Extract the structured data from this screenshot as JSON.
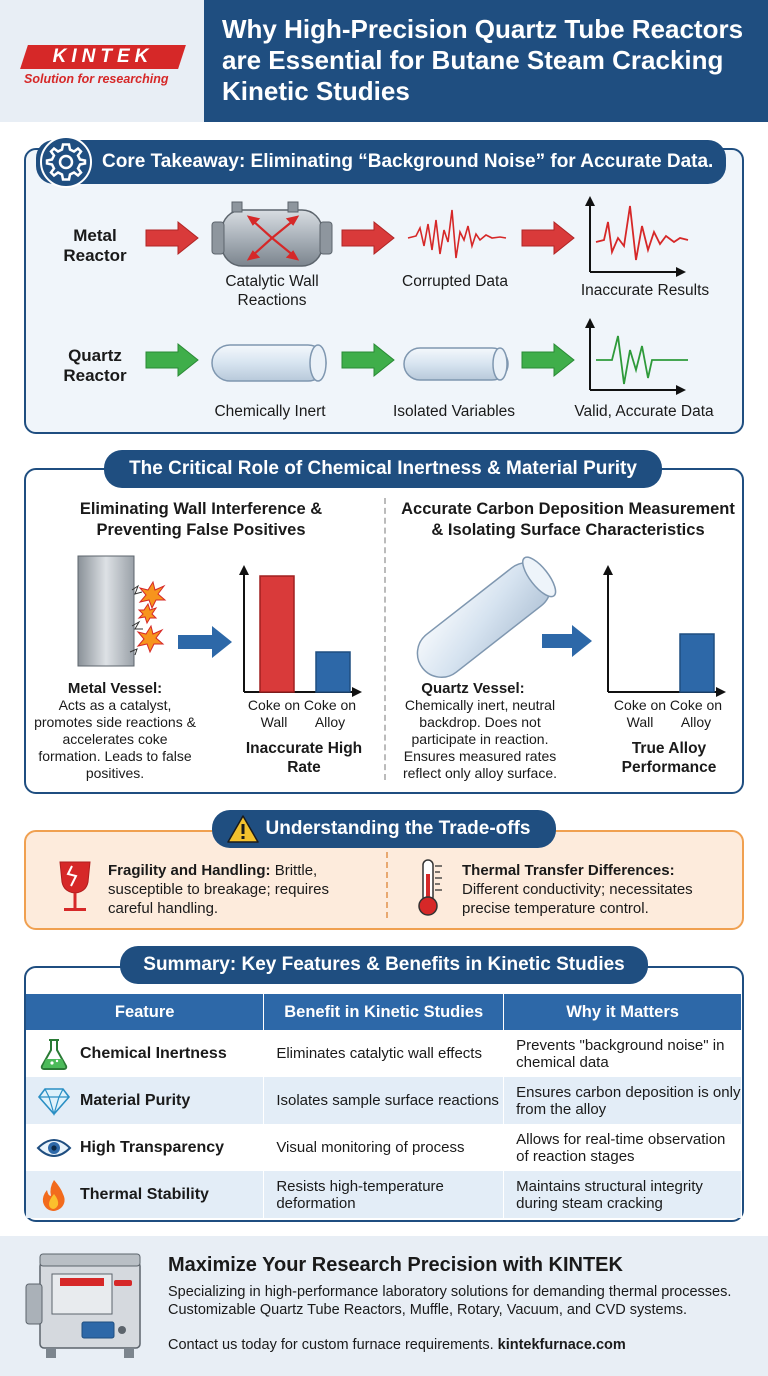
{
  "brand": {
    "logo": "KINTEK",
    "tagline": "Solution for researching",
    "accent": "#d62828",
    "navy": "#1f4e80"
  },
  "header": {
    "title": "Why High-Precision Quartz Tube Reactors are Essential for Butane Steam Cracking Kinetic Studies"
  },
  "core": {
    "title": "Core Takeaway: Eliminating “Background Noise” for Accurate Data.",
    "icon": "gear-icon",
    "metal": {
      "label": "Metal Reactor",
      "step1": "Catalytic Wall Reactions",
      "step2": "Corrupted Data",
      "step3": "Inaccurate Results"
    },
    "quartz": {
      "label": "Quartz Reactor",
      "step1": "Chemically Inert",
      "step2": "Isolated Variables",
      "step3": "Valid, Accurate Data"
    }
  },
  "role": {
    "title": "The Critical Role of Chemical Inertness & Material Purity",
    "left": {
      "heading": "Eliminating Wall Interference & Preventing False Positives",
      "vessel_title": "Metal Vessel:",
      "vessel_text": "Acts as a catalyst, promotes side reactions & accelerates coke formation. Leads to false positives.",
      "bar1_label": "Coke on Wall",
      "bar2_label": "Coke on Alloy",
      "result": "Inaccurate High Rate"
    },
    "right": {
      "heading": "Accurate Carbon Deposition Measurement & Isolating Surface Characteristics",
      "vessel_title": "Quartz Vessel:",
      "vessel_text": "Chemically inert, neutral backdrop. Does not participate in reaction. Ensures measured rates reflect only alloy surface.",
      "bar1_label": "Coke on Wall",
      "bar2_label": "Coke on Alloy",
      "result": "True Alloy Performance"
    }
  },
  "tradeoffs": {
    "title": "Understanding the Trade-offs",
    "icon": "warning-icon",
    "items": [
      {
        "icon": "fragile-glass-icon",
        "title": "Fragility and Handling:",
        "text": "Brittle, susceptible to breakage; requires careful handling."
      },
      {
        "icon": "thermometer-icon",
        "title": "Thermal Transfer Differences:",
        "text": "Different conductivity; necessitates precise temperature control."
      }
    ]
  },
  "summary": {
    "title": "Summary: Key Features & Benefits in Kinetic Studies",
    "headers": [
      "Feature",
      "Benefit in Kinetic Studies",
      "Why it Matters"
    ],
    "rows": [
      {
        "icon": "flask-icon",
        "feature": "Chemical Inertness",
        "benefit": "Eliminates catalytic wall effects",
        "why": "Prevents \"background noise\" in chemical data"
      },
      {
        "icon": "diamond-icon",
        "feature": "Material Purity",
        "benefit": "Isolates sample surface reactions",
        "why": "Ensures carbon deposition is only from the alloy"
      },
      {
        "icon": "eye-icon",
        "feature": "High Transparency",
        "benefit": "Visual monitoring of process",
        "why": "Allows for real-time observation of reaction stages"
      },
      {
        "icon": "flame-icon",
        "feature": "Thermal Stability",
        "benefit": "Resists high-temperature deformation",
        "why": "Maintains structural integrity during steam cracking"
      }
    ]
  },
  "footer": {
    "title": "Maximize Your Research Precision with KINTEK",
    "desc1": "Specializing in high-performance laboratory solutions for demanding thermal processes.",
    "desc2": "Customizable Quartz Tube Reactors, Muffle, Rotary, Vacuum, and CVD systems.",
    "contact": "Contact us today for custom furnace requirements.",
    "website": "kintekfurnace.com",
    "icon": "furnace-icon"
  }
}
